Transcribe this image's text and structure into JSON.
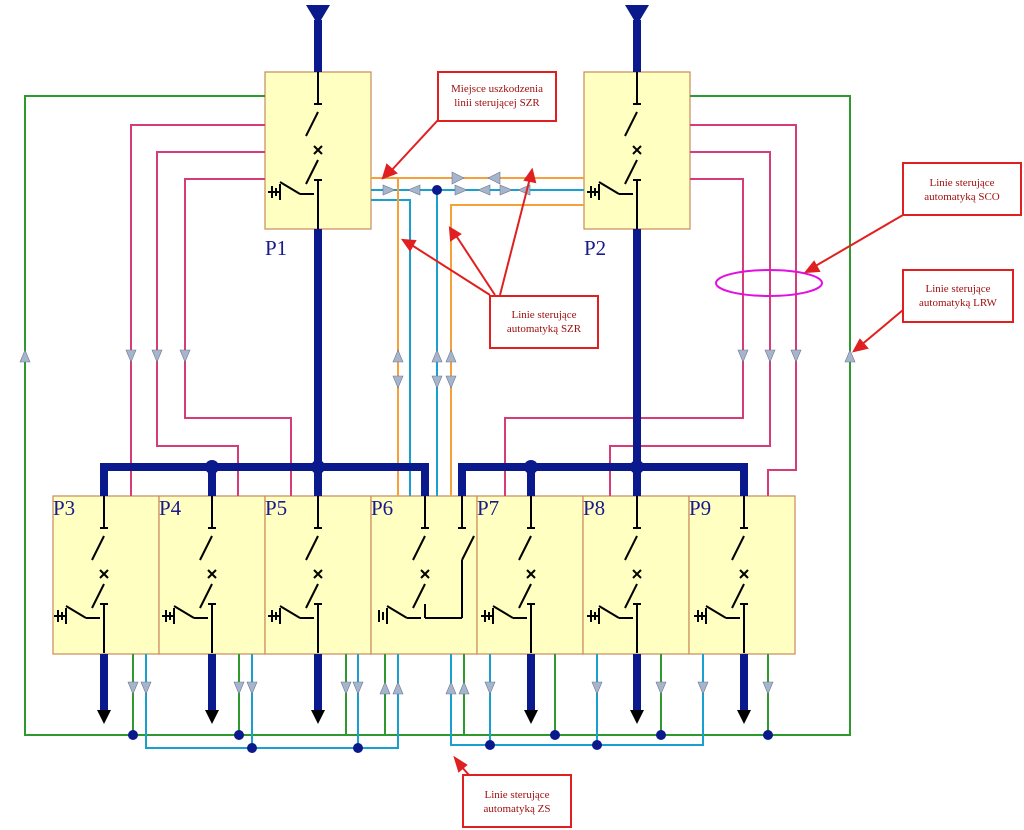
{
  "panels": [
    {
      "id": "p1",
      "label": "P1"
    },
    {
      "id": "p2",
      "label": "P2"
    },
    {
      "id": "p3",
      "label": "P3"
    },
    {
      "id": "p4",
      "label": "P4"
    },
    {
      "id": "p5",
      "label": "P5"
    },
    {
      "id": "p6",
      "label": "P6"
    },
    {
      "id": "p7",
      "label": "P7"
    },
    {
      "id": "p8",
      "label": "P8"
    },
    {
      "id": "p9",
      "label": "P9"
    }
  ],
  "callouts": {
    "damage": [
      "Miejsce uszkodzenia",
      "linii sterującej SZR"
    ],
    "szr": [
      "Linie sterujące",
      "automatyką SZR"
    ],
    "sco": [
      "Linie sterujące",
      "automatyką SCO"
    ],
    "lrw": [
      "Linie sterujące",
      "automatyką LRW"
    ],
    "zs": [
      "Linie sterujące",
      "automatyką ZS"
    ]
  },
  "colors": {
    "panel_fill": "#ffffc2",
    "panel_border": "#c88a5a",
    "busbar": "#0a1a8c",
    "szr_line": "#f5a03a",
    "zs_line": "#1aa0d0",
    "sco_line": "#d63c78",
    "lrw_line": "#2e9a2e",
    "callout": "#e02020",
    "ellipse": "#e010e0",
    "arrow_fill": "#a6b4cc"
  }
}
